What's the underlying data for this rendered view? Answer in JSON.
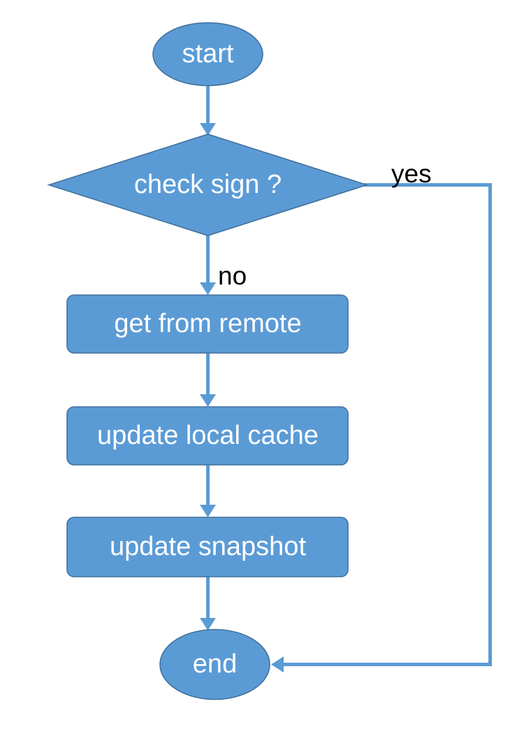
{
  "diagram": {
    "type": "flowchart",
    "title": "cache refresh flowchart",
    "background_color": "#FFFFFF",
    "node_fill_color": "#5B9BD5",
    "node_border_color": "#41719C",
    "node_text_color": "#FFFFFF",
    "edge_color": "#5B9BD5",
    "edge_label_color": "#000000",
    "nodes": [
      {
        "id": "start",
        "shape": "ellipse",
        "label": "start"
      },
      {
        "id": "check_sign",
        "shape": "diamond",
        "label": "check sign ?"
      },
      {
        "id": "get_remote",
        "shape": "rectangle",
        "label": "get from remote"
      },
      {
        "id": "update_cache",
        "shape": "rectangle",
        "label": "update local cache"
      },
      {
        "id": "update_snapshot",
        "shape": "rectangle",
        "label": "update snapshot"
      },
      {
        "id": "end",
        "shape": "ellipse",
        "label": "end"
      }
    ],
    "edges": [
      {
        "id": "e1",
        "from": "start",
        "to": "check_sign",
        "label": ""
      },
      {
        "id": "e2",
        "from": "check_sign",
        "to": "get_remote",
        "label": "no"
      },
      {
        "id": "e3",
        "from": "check_sign",
        "to": "end",
        "label": "yes"
      },
      {
        "id": "e4",
        "from": "get_remote",
        "to": "update_cache",
        "label": ""
      },
      {
        "id": "e5",
        "from": "update_cache",
        "to": "update_snapshot",
        "label": ""
      },
      {
        "id": "e6",
        "from": "update_snapshot",
        "to": "end",
        "label": ""
      }
    ]
  }
}
